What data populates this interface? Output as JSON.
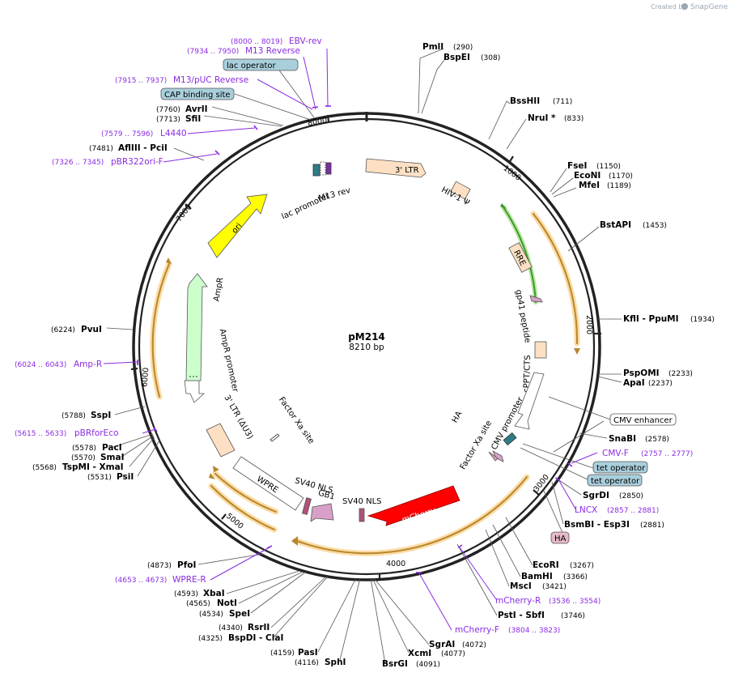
{
  "credit": {
    "prefix": "Created by",
    "brand": "SnapGene"
  },
  "plasmid": {
    "name": "pM214",
    "size_label": "8210 bp"
  },
  "ticks": [
    "1000",
    "2000",
    "3000",
    "4000",
    "5000",
    "6000",
    "7000",
    "8000"
  ],
  "restriction_sites": [
    {
      "name": "PmlI",
      "pos": "(290)"
    },
    {
      "name": "BspEI",
      "pos": "(308)"
    },
    {
      "name": "BssHII",
      "pos": "(711)"
    },
    {
      "name": "NruI *",
      "pos": "(833)"
    },
    {
      "name": "FseI",
      "pos": "(1150)"
    },
    {
      "name": "EcoNI",
      "pos": "(1170)"
    },
    {
      "name": "MfeI",
      "pos": "(1189)"
    },
    {
      "name": "BstAPI",
      "pos": "(1453)"
    },
    {
      "name": "KflI - PpuMI",
      "pos": "(1934)"
    },
    {
      "name": "PspOMI",
      "pos": "(2233)"
    },
    {
      "name": "ApaI",
      "pos": "(2237)"
    },
    {
      "name": "SnaBI",
      "pos": "(2578)"
    },
    {
      "name": "SgrDI",
      "pos": "(2850)"
    },
    {
      "name": "BsmBI - Esp3I",
      "pos": "(2881)"
    },
    {
      "name": "EcoRI",
      "pos": "(3267)"
    },
    {
      "name": "BamHI",
      "pos": "(3366)"
    },
    {
      "name": "MscI",
      "pos": "(3421)"
    },
    {
      "name": "PstI - SbfI",
      "pos": "(3746)"
    },
    {
      "name": "SgrAI",
      "pos": "(4072)"
    },
    {
      "name": "XcmI",
      "pos": "(4077)"
    },
    {
      "name": "BsrGI",
      "pos": "(4091)"
    },
    {
      "name": "SphI",
      "pos": "(4116)"
    },
    {
      "name": "PasI",
      "pos": "(4159)"
    },
    {
      "name": "BspDI - ClaI",
      "pos": "(4325)"
    },
    {
      "name": "RsrII",
      "pos": "(4340)"
    },
    {
      "name": "SpeI",
      "pos": "(4534)"
    },
    {
      "name": "NotI",
      "pos": "(4565)"
    },
    {
      "name": "XbaI",
      "pos": "(4593)"
    },
    {
      "name": "PfoI",
      "pos": "(4873)"
    },
    {
      "name": "PsiI",
      "pos": "(5531)"
    },
    {
      "name": "TspMI - XmaI",
      "pos": "(5568)"
    },
    {
      "name": "SmaI",
      "pos": "(5570)"
    },
    {
      "name": "PacI",
      "pos": "(5578)"
    },
    {
      "name": "SspI",
      "pos": "(5788)"
    },
    {
      "name": "PvuI",
      "pos": "(6224)"
    },
    {
      "name": "AflIII - PciI",
      "pos": "(7481)"
    },
    {
      "name": "SfiI",
      "pos": "(7713)"
    },
    {
      "name": "AvrII",
      "pos": "(7760)"
    }
  ],
  "primers": [
    {
      "name": "EBV-rev",
      "pos": "(8000 .. 8019)"
    },
    {
      "name": "M13 Reverse",
      "pos": "(7934 .. 7950)"
    },
    {
      "name": "M13/pUC Reverse",
      "pos": "(7915 .. 7937)"
    },
    {
      "name": "L4440",
      "pos": "(7579 .. 7596)"
    },
    {
      "name": "pBR322ori-F",
      "pos": "(7326 .. 7345)"
    },
    {
      "name": "Amp-R",
      "pos": "(6024 .. 6043)"
    },
    {
      "name": "pBRforEco",
      "pos": "(5615 .. 5633)"
    },
    {
      "name": "WPRE-R",
      "pos": "(4653 .. 4673)"
    },
    {
      "name": "mCherry-F",
      "pos": "(3804 .. 3823)"
    },
    {
      "name": "mCherry-R",
      "pos": "(3536 .. 3554)"
    },
    {
      "name": "LNCX",
      "pos": "(2857 .. 2881)"
    },
    {
      "name": "CMV-F",
      "pos": "(2757 .. 2777)"
    }
  ],
  "boxed_features": [
    "lac operator",
    "CAP binding site",
    "CMV enhancer",
    "tet operator",
    "tet operator",
    "HA"
  ],
  "features": {
    "ltr3": "3' LTR",
    "hiv_psi": "HIV-1 Ψ",
    "rre": "RRE",
    "gp41": "gp41 peptide",
    "cppt": "cPPT/CTS",
    "cmv_promoter": "CMV promoter",
    "factor_xa_1": "Factor Xa site",
    "ha": "HA",
    "mcherry": "mCherry",
    "sv40_nls_1": "SV40 NLS",
    "sv40_nls_2": "SV40 NLS",
    "gb1": "GB1",
    "wpre": "WPRE",
    "ltr3_du3": "3' LTR (ΔU3)",
    "factor_xa_2": "Factor Xa site",
    "ampr_promoter": "AmpR promoter",
    "ampr": "AmpR",
    "ori": "ori",
    "lac_promoter": "lac promoter",
    "m13_rev": "M13 rev"
  },
  "colors": {
    "backbone": "#222222",
    "primer": "#8a2be2",
    "ltr_fill": "#fde0c4",
    "ori_fill": "#ffff00",
    "ampr_fill": "#ccffcc",
    "mcherry_fill": "#ff0000",
    "orf_orange": "#e6a23c",
    "orf_green": "#4caf50",
    "boxed_fill": "#a9cfdc",
    "ha_fill": "#e6b9c8"
  }
}
